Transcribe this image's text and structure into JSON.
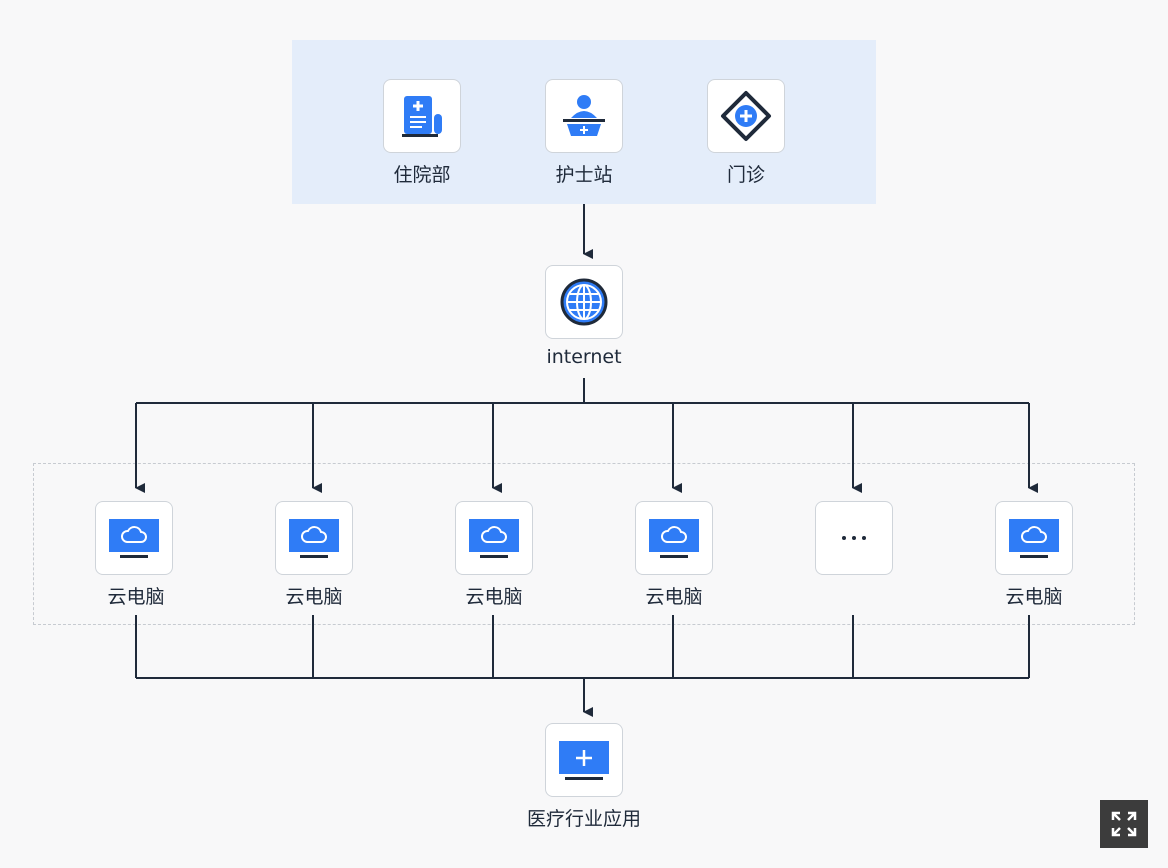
{
  "top_group": {
    "items": [
      {
        "label": "住院部",
        "icon": "inpatient-record-icon"
      },
      {
        "label": "护士站",
        "icon": "nurse-station-icon"
      },
      {
        "label": "门诊",
        "icon": "outpatient-diamond-icon"
      }
    ]
  },
  "internet": {
    "label": "internet",
    "icon": "globe-icon"
  },
  "cloud_group": {
    "items": [
      {
        "label": "云电脑",
        "icon": "cloud-monitor-icon"
      },
      {
        "label": "云电脑",
        "icon": "cloud-monitor-icon"
      },
      {
        "label": "云电脑",
        "icon": "cloud-monitor-icon"
      },
      {
        "label": "云电脑",
        "icon": "cloud-monitor-icon"
      },
      {
        "label": "",
        "icon": "ellipsis-icon"
      },
      {
        "label": "云电脑",
        "icon": "cloud-monitor-icon"
      }
    ]
  },
  "medical_app": {
    "label": "医疗行业应用",
    "icon": "medical-monitor-icon"
  },
  "colors": {
    "accent": "#2f7cf6",
    "line": "#1f2a3a",
    "panel": "#e4edfa"
  },
  "toolbar": {
    "expand_icon": "expand-icon"
  }
}
